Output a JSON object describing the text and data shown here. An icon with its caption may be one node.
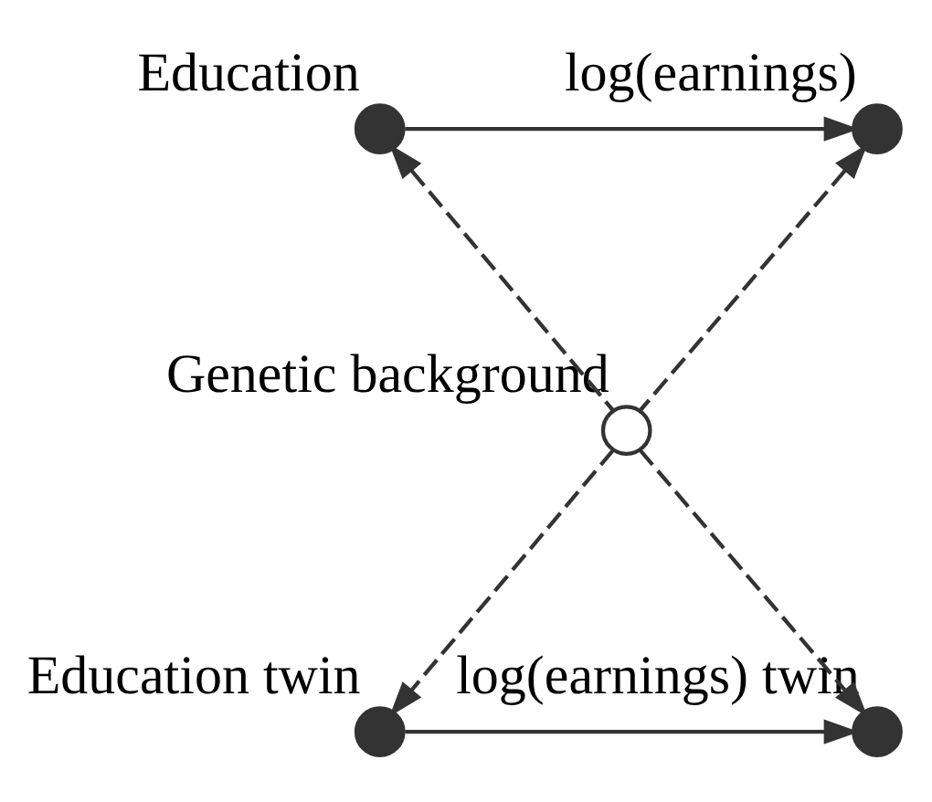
{
  "diagram": {
    "nodes": [
      {
        "text": [
          "Education"
        ]
      },
      {
        "text": [
          "log(earnings)"
        ]
      },
      {
        "text": [
          "Genetic background"
        ]
      },
      {
        "text": [
          "Education twin"
        ]
      },
      {
        "text": [
          "log(earnings) twin"
        ]
      }
    ],
    "edges": [
      {
        "from": 0,
        "to": 1,
        "arrow": "to"
      },
      {
        "from": 2,
        "to": 0,
        "arrow": "to",
        "style": "dashed"
      },
      {
        "from": 2,
        "to": 1,
        "arrow": "to",
        "style": "dashed"
      },
      {
        "from": 2,
        "to": 3,
        "arrow": "to",
        "style": "dashed"
      },
      {
        "from": 2,
        "to": 4,
        "arrow": "to",
        "style": "dashed"
      },
      {
        "from": 3,
        "to": 4,
        "arrow": "to"
      }
    ]
  }
}
